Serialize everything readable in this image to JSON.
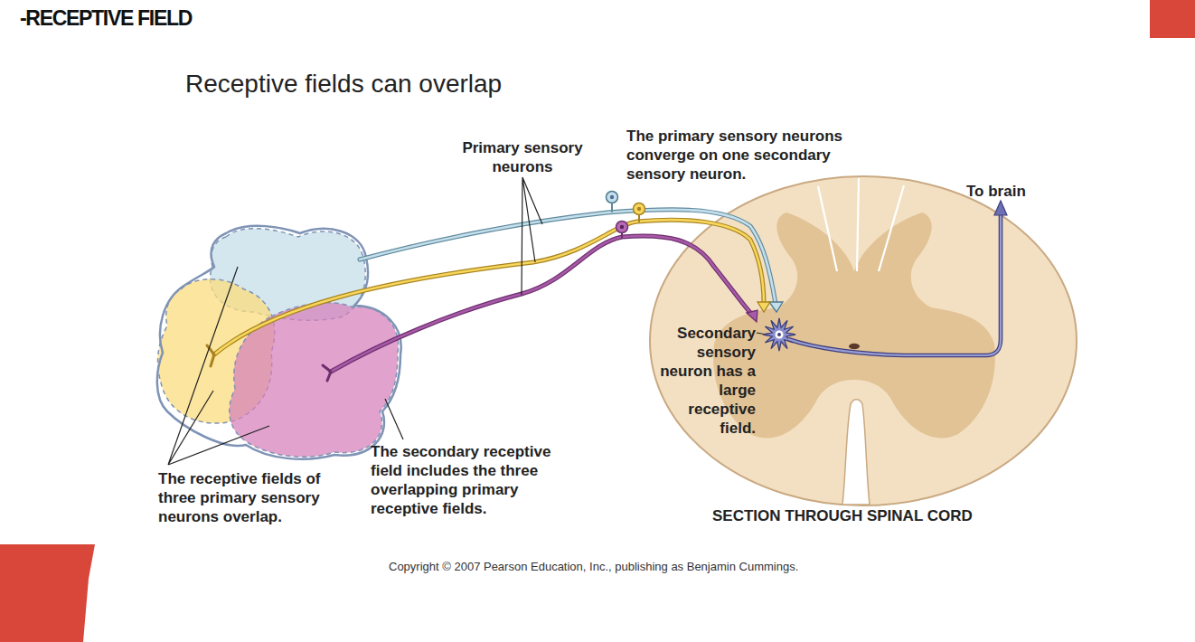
{
  "diagram": {
    "title": "-RECEPTIVE FIELD",
    "caption": "Copyright © 2007 Pearson Education, Inc., publishing as Benjamin Cummings.",
    "nodes": [
      {
        "text": [
          "SECTION THROUGH SPINAL CORD"
        ]
      },
      {
        "text": [
          "Secondary sensory neuron has a large receptive field."
        ],
        "in": 0
      }
    ],
    "labels": [
      "Receptive fields can overlap",
      "Primary sensory neurons",
      "The primary sensory neurons converge on one secondary sensory neuron.",
      "To brain",
      "The receptive fields of three primary sensory neurons overlap.",
      "The secondary receptive field includes the three overlapping primary receptive fields."
    ]
  }
}
